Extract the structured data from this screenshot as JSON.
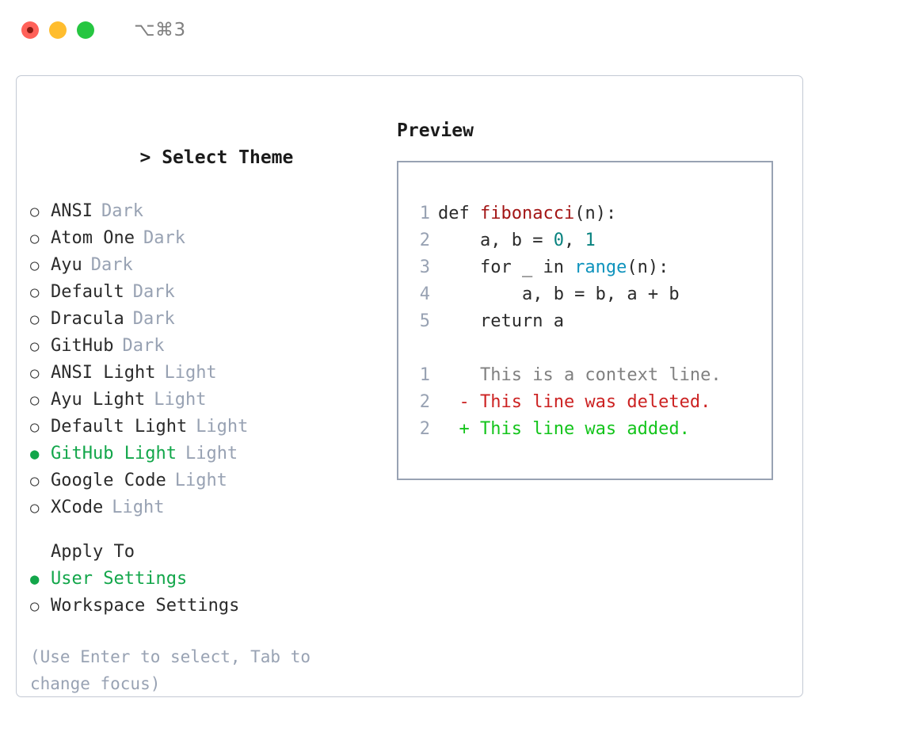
{
  "titlebar": {
    "shortcut": "⌥⌘3",
    "buttons": [
      "close",
      "minimize",
      "maximize"
    ]
  },
  "colors": {
    "accent_green": "#12a64a",
    "muted": "#98a2b3",
    "text": "#2b2b2b",
    "panel_border": "#c3c9d4",
    "code_border": "#98a2b3",
    "syntax_function": "#a31515",
    "syntax_number": "#08827f",
    "syntax_call": "#0f93bd",
    "diff_added": "#13c41b",
    "diff_removed": "#cc2222",
    "diff_context": "#808080"
  },
  "theme_picker": {
    "caret": ">",
    "title": "Select Theme",
    "marker_selected": "●",
    "marker_unselected": "○",
    "items": [
      {
        "label": "ANSI",
        "tag": "Dark",
        "selected": false
      },
      {
        "label": "Atom One",
        "tag": "Dark",
        "selected": false
      },
      {
        "label": "Ayu",
        "tag": "Dark",
        "selected": false
      },
      {
        "label": "Default",
        "tag": "Dark",
        "selected": false
      },
      {
        "label": "Dracula",
        "tag": "Dark",
        "selected": false
      },
      {
        "label": "GitHub",
        "tag": "Dark",
        "selected": false
      },
      {
        "label": "ANSI Light",
        "tag": "Light",
        "selected": false
      },
      {
        "label": "Ayu Light",
        "tag": "Light",
        "selected": false
      },
      {
        "label": "Default Light",
        "tag": "Light",
        "selected": false
      },
      {
        "label": "GitHub Light",
        "tag": "Light",
        "selected": true
      },
      {
        "label": "Google Code",
        "tag": "Light",
        "selected": false
      },
      {
        "label": "XCode",
        "tag": "Light",
        "selected": false
      }
    ]
  },
  "apply_to": {
    "title": "Apply To",
    "items": [
      {
        "label": "User Settings",
        "selected": true
      },
      {
        "label": "Workspace Settings",
        "selected": false
      }
    ]
  },
  "hint": "(Use Enter to select, Tab to change focus)",
  "preview": {
    "title": "Preview",
    "code_lines": [
      {
        "num": "1",
        "segments": [
          {
            "text": "def ",
            "type": "plain"
          },
          {
            "text": "fibonacci",
            "type": "function"
          },
          {
            "text": "(n):",
            "type": "plain"
          }
        ]
      },
      {
        "num": "2",
        "segments": [
          {
            "text": "    a, b = ",
            "type": "plain"
          },
          {
            "text": "0",
            "type": "number"
          },
          {
            "text": ", ",
            "type": "plain"
          },
          {
            "text": "1",
            "type": "number"
          }
        ]
      },
      {
        "num": "3",
        "segments": [
          {
            "text": "    for _ in ",
            "type": "plain"
          },
          {
            "text": "range",
            "type": "call"
          },
          {
            "text": "(n):",
            "type": "plain"
          }
        ]
      },
      {
        "num": "4",
        "segments": [
          {
            "text": "        a, b = b, a + b",
            "type": "plain"
          }
        ]
      },
      {
        "num": "5",
        "segments": [
          {
            "text": "    return a",
            "type": "plain"
          }
        ]
      }
    ],
    "diff_lines": [
      {
        "num": "1",
        "marker": " ",
        "text": " This is a context line.",
        "type": "context"
      },
      {
        "num": "2",
        "marker": "-",
        "text": " This line was deleted.",
        "type": "removed"
      },
      {
        "num": "2",
        "marker": "+",
        "text": " This line was added.",
        "type": "added"
      }
    ]
  }
}
